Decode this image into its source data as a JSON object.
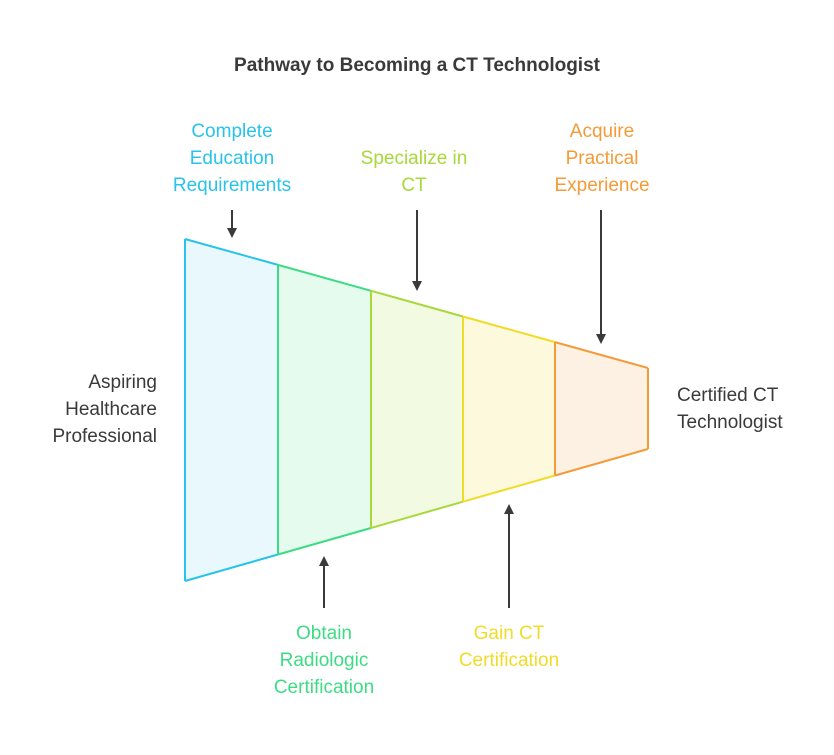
{
  "title": "Pathway to Becoming a CT Technologist",
  "start_label": [
    "Aspiring",
    "Healthcare",
    "Professional"
  ],
  "end_label": [
    "Certified CT",
    "Technologist"
  ],
  "stages": [
    {
      "name": "Complete Education Requirements",
      "lines": [
        "Complete",
        "Education",
        "Requirements"
      ],
      "color": "#29c3ea",
      "fill": "#e9f8fd",
      "label_pos": "top"
    },
    {
      "name": "Obtain Radiologic Certification",
      "lines": [
        "Obtain",
        "Radiologic",
        "Certification"
      ],
      "color": "#3ddc84",
      "fill": "#e4fbee",
      "label_pos": "bottom"
    },
    {
      "name": "Specialize in CT",
      "lines": [
        "Specialize in",
        "CT"
      ],
      "color": "#a8d83a",
      "fill": "#f2fbe2",
      "label_pos": "top"
    },
    {
      "name": "Gain CT Certification",
      "lines": [
        "Gain CT",
        "Certification"
      ],
      "color": "#f0dc28",
      "fill": "#fdf9dc",
      "label_pos": "bottom"
    },
    {
      "name": "Acquire Practical Experience",
      "lines": [
        "Acquire",
        "Practical",
        "Experience"
      ],
      "color": "#f49a38",
      "fill": "#fdf1e3",
      "label_pos": "top"
    }
  ],
  "text_color": "#3a3a3a",
  "arrow_color": "#3a3a3a"
}
